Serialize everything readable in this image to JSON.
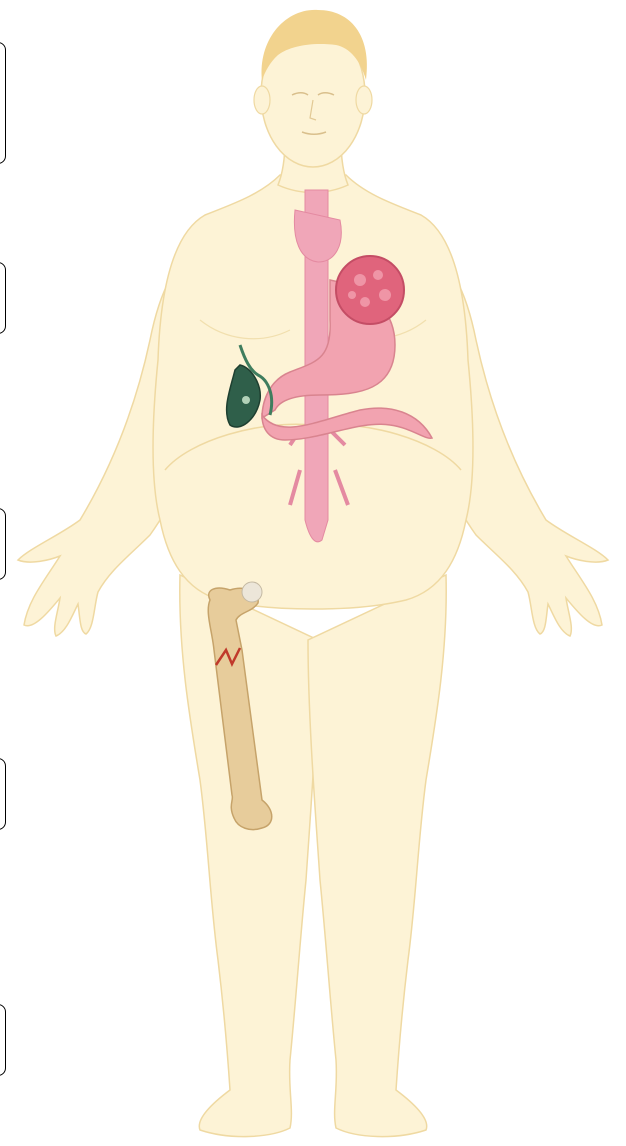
{
  "colors": {
    "skin": "#fdf3d6",
    "skin_outline": "#efd9a2",
    "hair": "#f2d38e",
    "esophagus": "#f0a6b8",
    "stomach": "#f2a3b0",
    "tumor": "#e0647c",
    "gallbladder": "#2f5f4a",
    "bone": "#e7cc9b",
    "fracture": "#c0392b",
    "frame_border": "#000000"
  },
  "label_boxes": [
    {
      "id": "frame-1"
    },
    {
      "id": "frame-2"
    },
    {
      "id": "frame-3"
    },
    {
      "id": "frame-4"
    },
    {
      "id": "frame-5"
    }
  ]
}
